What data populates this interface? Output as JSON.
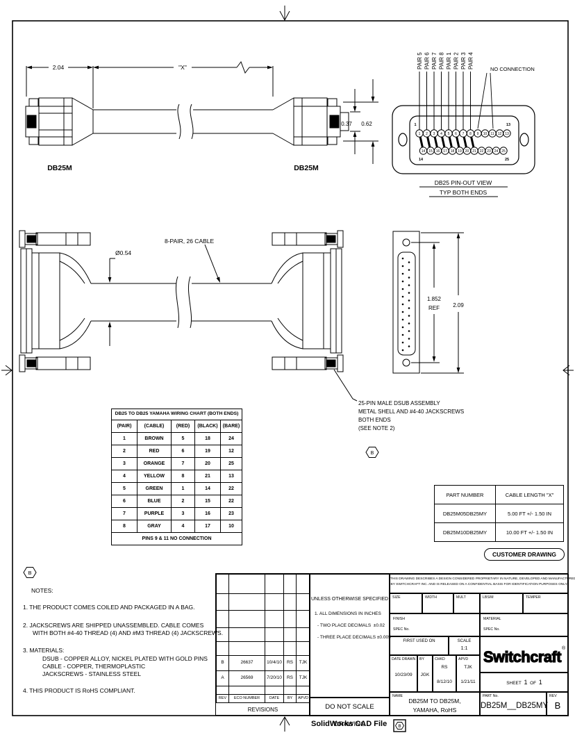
{
  "colors": {
    "line": "#000000",
    "background": "#ffffff"
  },
  "top_view": {
    "dim_length": "2.04",
    "dim_x": "\"X\"",
    "dim_037": "0.37",
    "dim_062": "0.62",
    "label_left": "DB25M",
    "label_right": "DB25M"
  },
  "pinout": {
    "pairs": [
      "PAIR 5",
      "PAIR 6",
      "PAIR 7",
      "PAIR 8",
      "PAIR 1",
      "PAIR 2",
      "PAIR 3",
      "PAIR 4"
    ],
    "no_connection": "NO CONNECTION",
    "caption1": "DB25 PIN-OUT VIEW",
    "caption2": "TYP BOTH ENDS",
    "top_pins": [
      1,
      2,
      3,
      4,
      5,
      6,
      7,
      8,
      9,
      10,
      11,
      12,
      13
    ],
    "bottom_pins": [
      14,
      15,
      16,
      17,
      18,
      19,
      20,
      21,
      22,
      23,
      24,
      25
    ],
    "corner_top_left": "1",
    "corner_top_right": "13",
    "corner_bottom_left": "14",
    "corner_bottom_right": "25"
  },
  "middle_view": {
    "cable_label": "8-PAIR, 26 CABLE",
    "dim_diameter": "Ø0.54",
    "dim_ref_val": "1.852",
    "dim_ref_label": "REF",
    "dim_height": "2.09",
    "callout_l1": "25-PIN MALE DSUB ASSEMBLY",
    "callout_l2": "METAL SHELL AND #4-40 JACKSCREWS",
    "callout_l3": "BOTH ENDS",
    "callout_l4": "(SEE NOTE 2)",
    "rev_flag": "B"
  },
  "wiring_chart": {
    "title": "DB25 TO DB25 YAMAHA WIRING CHART (BOTH ENDS)",
    "headers": [
      "(PAIR)",
      "(CABLE)",
      "(RED)",
      "(BLACK)",
      "(BARE)"
    ],
    "rows": [
      [
        "1",
        "BROWN",
        "5",
        "18",
        "24"
      ],
      [
        "2",
        "RED",
        "6",
        "19",
        "12"
      ],
      [
        "3",
        "ORANGE",
        "7",
        "20",
        "25"
      ],
      [
        "4",
        "YELLOW",
        "8",
        "21",
        "13"
      ],
      [
        "5",
        "GREEN",
        "1",
        "14",
        "22"
      ],
      [
        "6",
        "BLUE",
        "2",
        "15",
        "22"
      ],
      [
        "7",
        "PURPLE",
        "3",
        "16",
        "23"
      ],
      [
        "8",
        "GRAY",
        "4",
        "17",
        "10"
      ]
    ],
    "footer": "PINS 9 & 11 NO CONNECTION"
  },
  "part_table": {
    "headers": [
      "PART NUMBER",
      "CABLE LENGTH \"X\""
    ],
    "rows": [
      [
        "DB25M05DB25MY",
        "5.00 FT +/- 1.50 IN"
      ],
      [
        "DB25M10DB25MY",
        "10.00 FT +/- 1.50 IN"
      ]
    ]
  },
  "customer_drawing": "CUSTOMER DRAWING",
  "notes": {
    "rev_flag": "B",
    "heading": "NOTES:",
    "n1": "1.  THE PRODUCT COMES COILED AND PACKAGED IN A BAG.",
    "n2a": "2.  JACKSCREWS ARE SHIPPED UNASSEMBLED.  CABLE COMES",
    "n2b": "WITH BOTH #4-40 THREAD (4) AND #M3 THREAD (4) JACKSCREWS.",
    "n3": "3.  MATERIALS:",
    "n3a": "DSUB - COPPER ALLOY, NICKEL PLATED WITH GOLD PINS",
    "n3b": "CABLE - COPPER, THERMOPLASTIC",
    "n3c": "JACKSCREWS - STAINLESS STEEL",
    "n4": "4.  THIS PRODUCT IS RoHS COMPLIANT."
  },
  "revisions": {
    "headers": [
      "REV",
      "ECO NUMBER",
      "DATE",
      "BY",
      "APVD"
    ],
    "rows": [
      [
        "B",
        "26637",
        "10/4/10",
        "RS",
        "TJK"
      ],
      [
        "A",
        "26569",
        "7/20/10",
        "RS",
        "TJK"
      ]
    ],
    "footer": "REVISIONS"
  },
  "tolerances": {
    "title": "UNLESS OTHERWISE SPECIFIED",
    "l1": "1. ALL DIMENSIONS IN INCHES",
    "l2": "- TWO PLACE DECIMALS",
    "l2v": "±0.02",
    "l3": "- THREE PLACE DECIMALS",
    "l3v": "±0.005",
    "do_not_scale": "DO NOT SCALE DRAWING"
  },
  "title_block": {
    "proprietary1": "THIS DRAWING DESCRIBES A DESIGN CONSIDERED PROPRIETARY IN NATURE, DEVELOPED AND MANUFACTURED",
    "proprietary2": "BY SWITCHCRAFT INC. AND IS RELEASED ON A CONFIDENTIAL BASIS FOR IDENTIFICATION PURPOSES ONLY.",
    "size": "SIZE",
    "width": "WIDTH",
    "mult": "MULT",
    "lbsm": "LBS/M",
    "temper": "TEMPER",
    "finish": "FINISH",
    "spec": "SPEC No.",
    "material": "MATERIAL",
    "spec2": "SPEC No.",
    "first_used": "FIRST USED ON",
    "scale_label": "SCALE",
    "scale_value": "1:1",
    "logo": "Switchcraft",
    "reg": "®",
    "date_drawn_label": "DATE DRAWN",
    "date_drawn": "10/23/09",
    "by_label": "BY",
    "by": "JGK",
    "chkd_label": "CHKD",
    "chkd": "RS",
    "chkd_date": "8/12/10",
    "apvd_label": "APVD",
    "apvd": "TJK",
    "apvd_date": "1/21/11",
    "sheet_label": "SHEET",
    "sheet": "1",
    "of": "OF",
    "total": "1",
    "name_label": "NAME",
    "name1": "DB25M TO DB25M,",
    "name2": "YAMAHA, RoHS",
    "part_label": "PART No.",
    "part": "DB25M__DB25MY",
    "rev_label": "REV",
    "rev": "B"
  },
  "footer": {
    "text": "SolidWorks CAD File",
    "flag": "B"
  }
}
